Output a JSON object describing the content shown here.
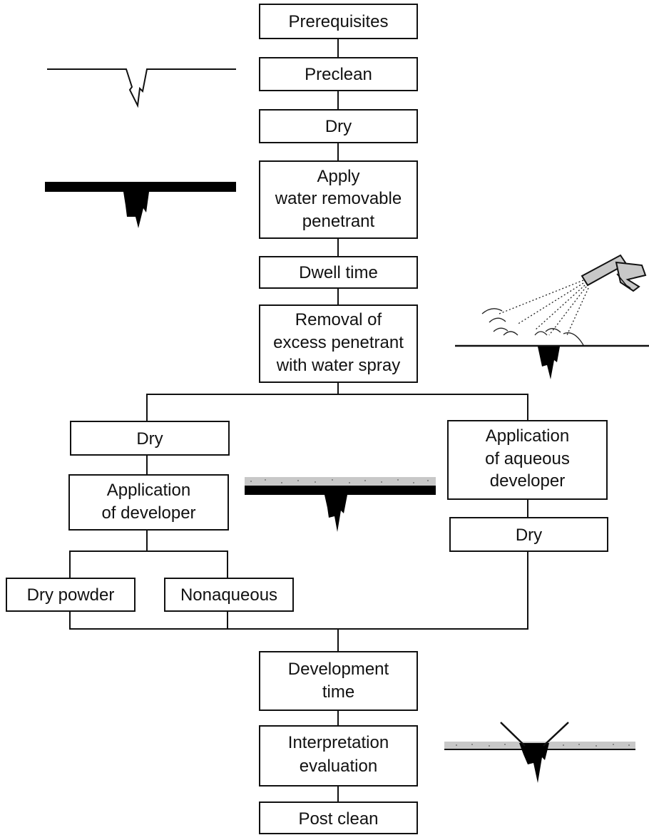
{
  "steps": {
    "prerequisites": "Prerequisites",
    "preclean": "Preclean",
    "dry1": "Dry",
    "apply_l1": "Apply",
    "apply_l2": "water removable",
    "apply_l3": "penetrant",
    "dwell": "Dwell time",
    "removal_l1": "Removal of",
    "removal_l2": "excess penetrant",
    "removal_l3": "with water spray",
    "dry_left": "Dry",
    "app_dev_l1": "Application",
    "app_dev_l2": "of  developer",
    "dry_powder": "Dry powder",
    "nonaqueous": "Nonaqueous",
    "app_aq_l1": "Application",
    "app_aq_l2": "of aqueous",
    "app_aq_l3": "developer",
    "dry_right": "Dry",
    "devtime_l1": "Development",
    "devtime_l2": "time",
    "interp_l1": "Interpretation",
    "interp_l2": "evaluation",
    "postclean": "Post clean"
  },
  "colors": {
    "line": "#111111",
    "developer_coat": "#c8c8c8",
    "penetrant": "#000000"
  },
  "illustrations": [
    "clean-crack-icon",
    "penetrant-filled-crack-icon",
    "spray-gun-icon",
    "developer-layer-icon",
    "indication-bleedout-icon"
  ]
}
